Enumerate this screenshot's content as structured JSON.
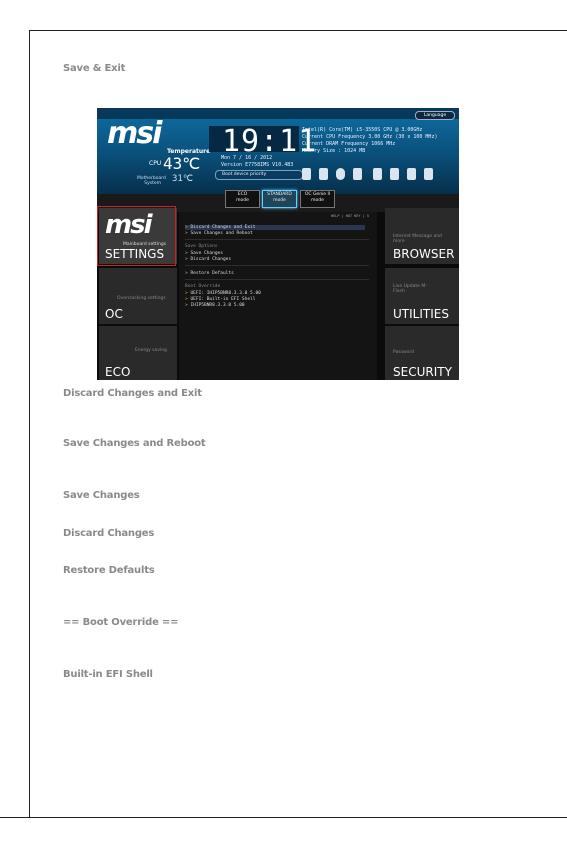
{
  "page": {
    "heading_top": "Save & Exit",
    "headings": [
      "Discard Changes and Exit",
      "Save Changes and Reboot",
      "Save Changes",
      "Discard Changes",
      "Restore Defaults",
      "== Boot Override ==",
      "Built-in EFI Shell"
    ]
  },
  "bios": {
    "brand": "msi",
    "language": "Language",
    "temperature_label": "Temperature",
    "cpu_label": "CPU",
    "cpu_temp": "43℃",
    "system_label": "Motherboard System",
    "system_temp": "31℃",
    "clock": "19:11",
    "date": "Mon  7 / 16 / 2012",
    "version": "Version E7758IMS V10.4B3",
    "info_lines": [
      "Intel(R) Core(TM) i5-3550S CPU @ 3.00GHz",
      "Current CPU Frequency 3.00 GHz (30 x 100 MHz)",
      "Current DRAM Frequency 1066 MHz",
      "Memory Size : 1024 MB"
    ],
    "boot_device_priority": "Boot device priority",
    "modes": [
      {
        "line1": "ECO",
        "line2": "mode"
      },
      {
        "line1": "STANDARD",
        "line2": "mode"
      },
      {
        "line1": "OC Genie II",
        "line2": "mode"
      }
    ],
    "help_text": "HELP | HOT KEY | 5",
    "tiles_left": [
      "SETTINGS",
      "OC",
      "ECO"
    ],
    "tiles_right": [
      "BROWSER",
      "UTILITIES",
      "SECURITY"
    ],
    "settings_sub": "Mainboard settings",
    "tile_sub": {
      "oc": "Overclocking settings",
      "eco": "Energy saving",
      "browser": "Internet Message and more",
      "utilities": "Live Update M-Flash",
      "security": "Password"
    },
    "menu": {
      "discard_exit": "Discard Changes and Exit",
      "save_reboot": "Save Changes and Reboot",
      "save_options": "Save Options",
      "save_changes": "Save Changes",
      "discard_changes": "Discard Changes",
      "restore_defaults": "Restore Defaults",
      "boot_override": "Boot Override",
      "uefi1": "UEFI: IHIP5BNR8.3.3.0 5.00",
      "uefi2": "UEFI: Built-in EFI Shell",
      "item3": "IHIP5BNR8.3.3.0 5.00"
    }
  }
}
